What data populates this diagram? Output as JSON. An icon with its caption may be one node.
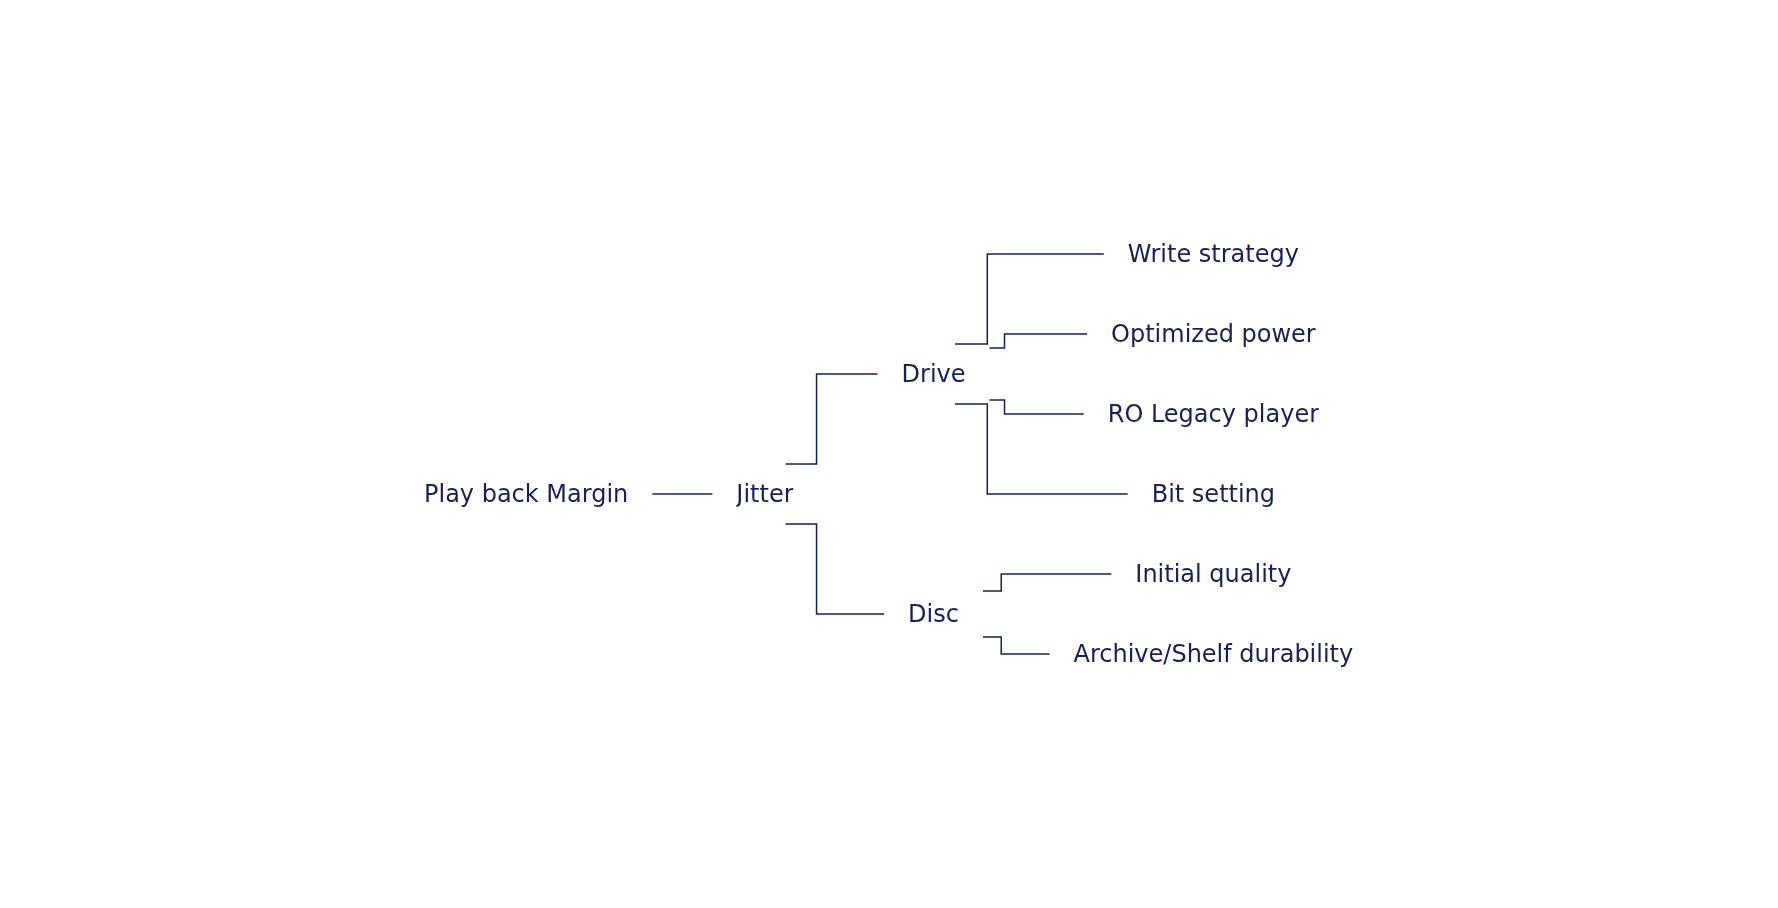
{
  "diagram": {
    "nodes": [
      {
        "text": [
          "Play back Margin"
        ]
      },
      {
        "text": [
          "Jitter"
        ]
      },
      {
        "text": [
          "Drive"
        ]
      },
      {
        "text": [
          "Write strategy"
        ]
      },
      {
        "text": [
          "Optimized power"
        ]
      },
      {
        "text": [
          "RO Legacy player"
        ]
      },
      {
        "text": [
          "Bit setting"
        ]
      },
      {
        "text": [
          "Disc"
        ]
      },
      {
        "text": [
          "Initial quality"
        ]
      },
      {
        "text": [
          "Archive/Shelf durability"
        ]
      }
    ],
    "edges": [
      {
        "from": 0,
        "to": 1,
        "arrow": "none"
      },
      {
        "from": 1,
        "to": 2,
        "arrow": "none"
      },
      {
        "from": 2,
        "to": 3,
        "arrow": "none"
      },
      {
        "from": 2,
        "to": 4,
        "arrow": "none"
      },
      {
        "from": 2,
        "to": 5,
        "arrow": "none"
      },
      {
        "from": 2,
        "to": 6,
        "arrow": "none"
      },
      {
        "from": 1,
        "to": 7,
        "arrow": "none"
      },
      {
        "from": 7,
        "to": 8,
        "arrow": "none"
      },
      {
        "from": 7,
        "to": 9,
        "arrow": "none"
      }
    ]
  }
}
